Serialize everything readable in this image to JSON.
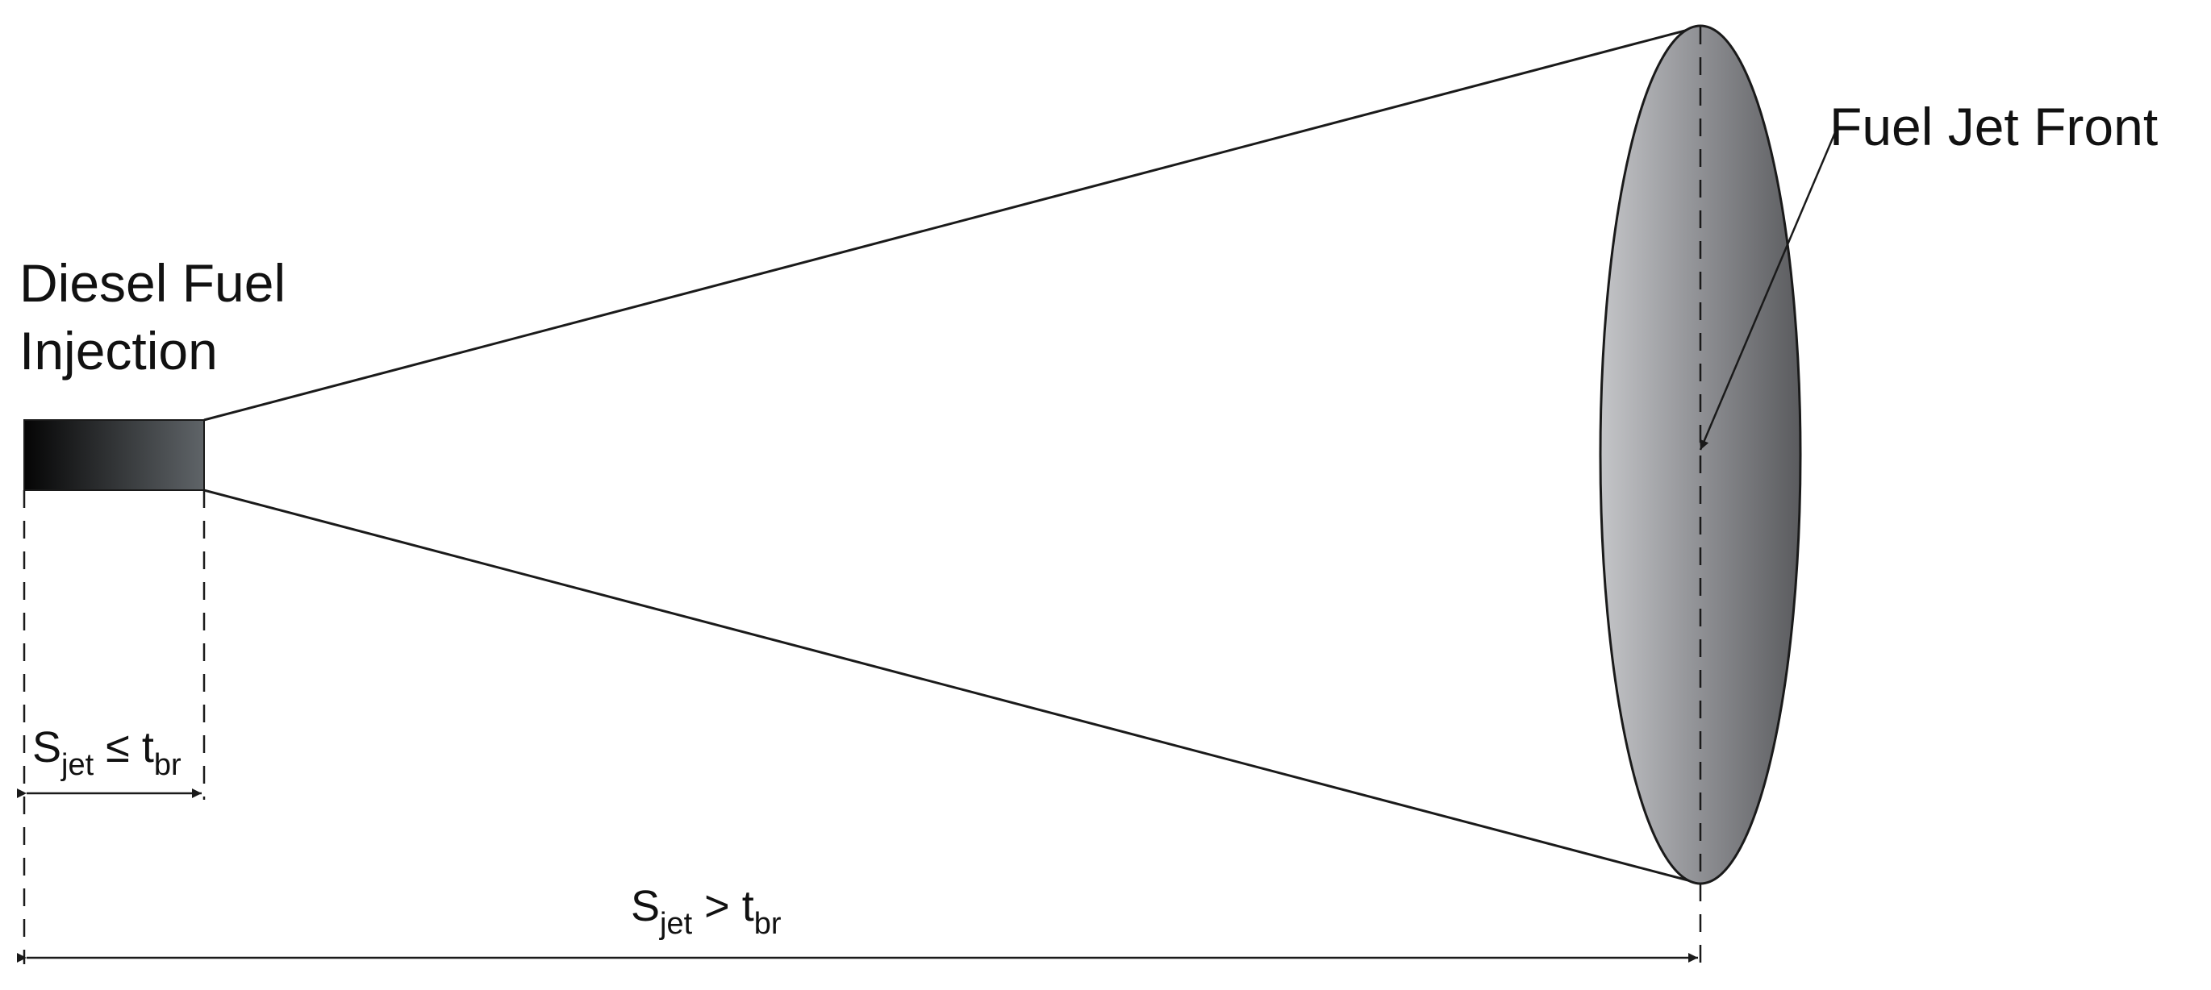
{
  "labels": {
    "injection_line1": "Diesel Fuel",
    "injection_line2": "Injection",
    "jet_front": "Fuel Jet Front"
  },
  "dimensions": {
    "short": {
      "base": "S",
      "sub1": "jet",
      "op": " ≤ t",
      "sub2": "br"
    },
    "long": {
      "base": "S",
      "sub1": "jet",
      "op": " > t",
      "sub2": "br"
    }
  },
  "colors": {
    "line": "#1a1a1a",
    "nozzle_dark": "#050505",
    "nozzle_light": "#5f6468",
    "front_light": "#c4c5c8",
    "front_mid": "#8f9094",
    "front_dark": "#5a5b5e"
  }
}
